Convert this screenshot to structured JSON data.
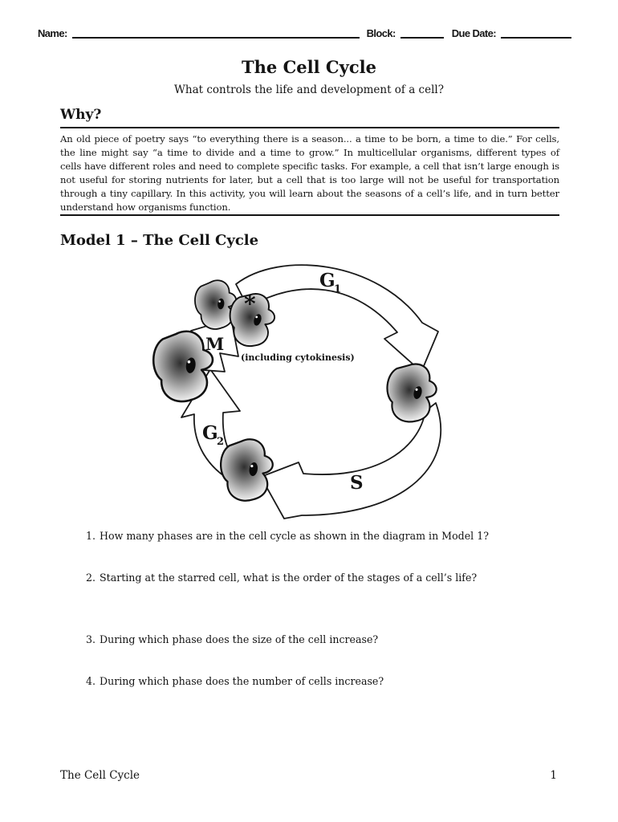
{
  "header": {
    "name_label": "Name:",
    "block_label": "Block:",
    "due_date_label": "Due Date:"
  },
  "title": "The Cell Cycle",
  "subtitle": "What controls the life and development of a cell?",
  "why": {
    "heading": "Why?",
    "lines": [
      "An old piece of poetry says “to everything there is a season... a time to be born, a time to die.” For cells,",
      "the line might say “a time to divide and a time to grow.” In multicellular organisms, different types of",
      "cells have different roles and need to complete specific tasks. For example, a cell that isn’t large enough is",
      "not useful for storing nutrients for later, but a cell that is too large will not be useful for transportation",
      "through a tiny capillary. In this activity, you will learn about the seasons of a cell’s life, and in turn better",
      "understand how organisms function."
    ]
  },
  "model1": {
    "heading": "Model 1 – The Cell Cycle",
    "diagram": {
      "g1_base": "G",
      "g1_sub": "1",
      "s_label": "S",
      "g2_base": "G",
      "g2_sub": "2",
      "m_label": "M",
      "cytokinesis_note": "(including cytokinesis)",
      "star": "*"
    }
  },
  "questions": [
    {
      "number": "1.",
      "text": "How many phases are in the cell cycle as shown in the diagram in Model 1?"
    },
    {
      "number": "2.",
      "text": "Starting at the starred cell, what is the order of the stages of a cell’s life?"
    },
    {
      "number": "3.",
      "text": "During which phase does the size of the cell increase?"
    },
    {
      "number": "4.",
      "text": "During which phase does the number of cells increase?"
    }
  ],
  "footer": {
    "left": "The Cell Cycle",
    "page_number": "1"
  }
}
